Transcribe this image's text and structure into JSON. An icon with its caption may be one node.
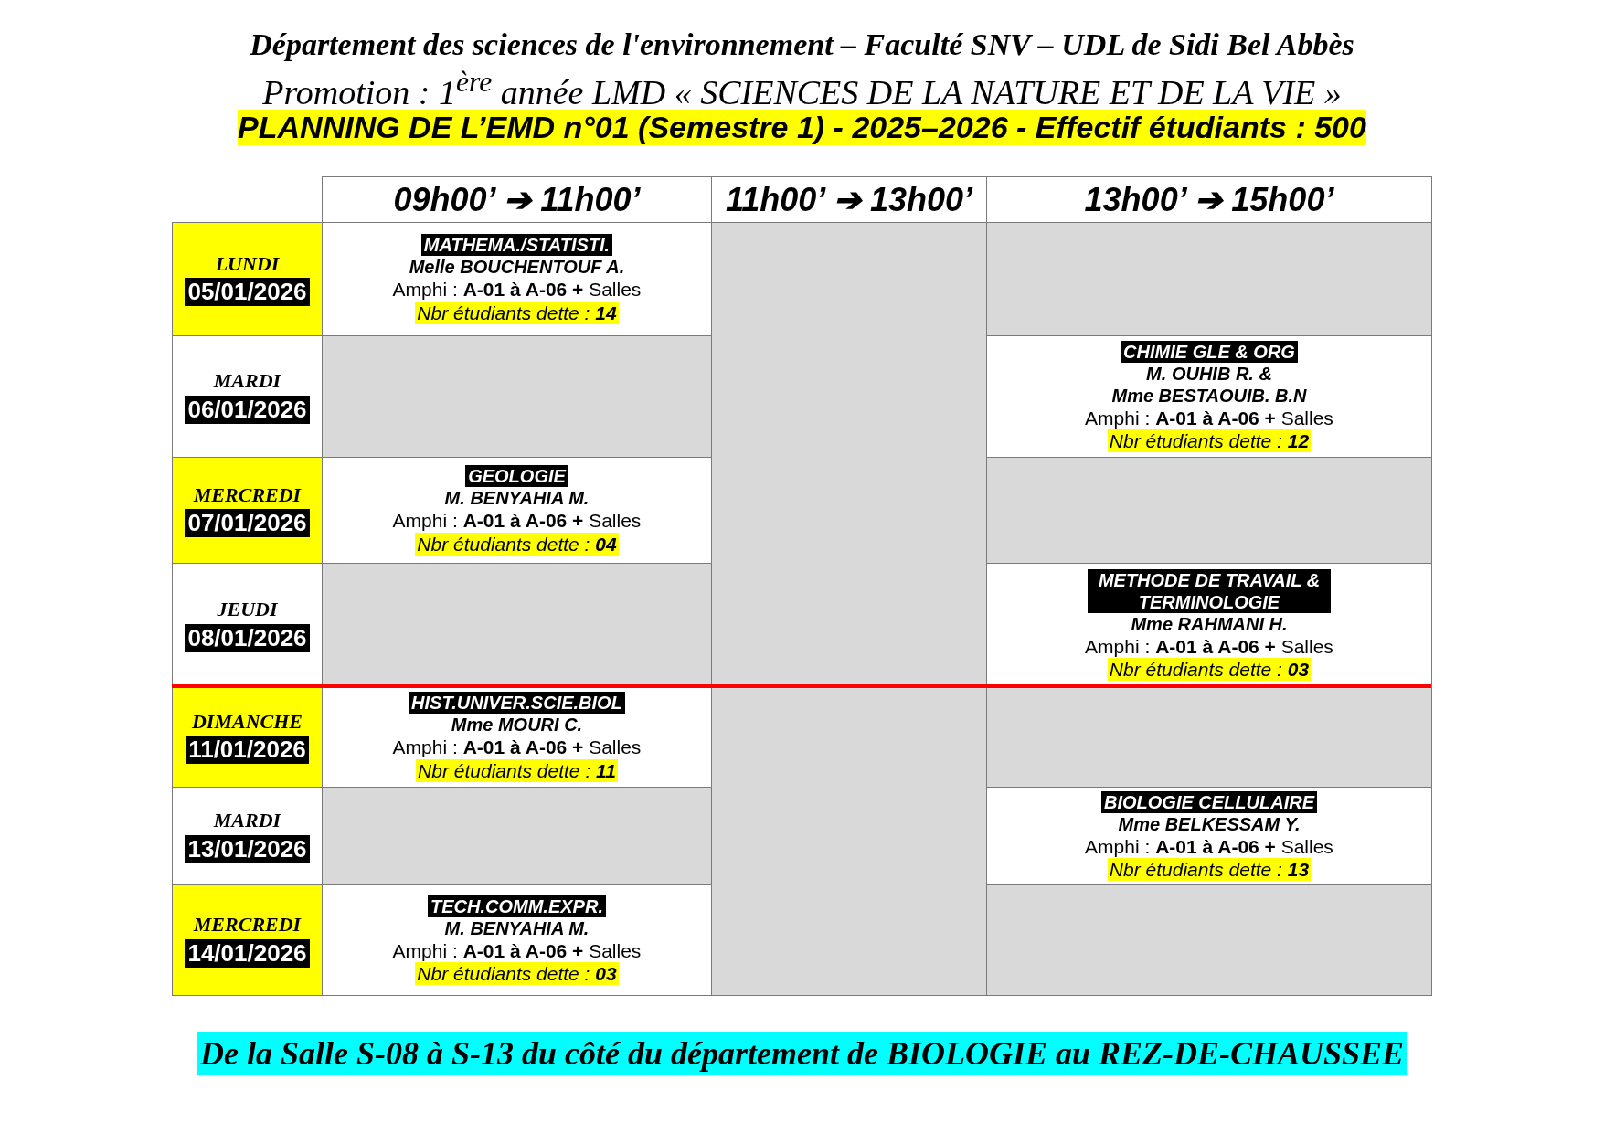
{
  "diagram": {
    "title": "Département des sciences de l'environnement – Faculté SNV – UDL de Sidi Bel Abbès",
    "caption": "De la Salle S-08 à S-13 du côté du département de BIOLOGIE au REZ-DE-CHAUSSEE",
    "labels": [
      "Promotion : 1$^{ère}$ année LMD « SCIENCES DE LA NATURE ET DE LA VIE »",
      "PLANNING DE L’EMD n°01 (Semestre 1) - 2025–2026 - Effectif étudiants : 500",
      "09h00’ ➔ 11h00’",
      "11h00’ ➔ 13h00’",
      "13h00’ ➔ 15h00’",
      "LUNDI",
      "05/01/2026",
      "MATHEMA./STATISTI.",
      "Melle BOUCHENTOUF A.",
      "Amphi : **A-01 à A-06 +** Salles",
      "Nbr étudiants dette : **14**",
      "MARDI",
      "06/01/2026",
      "CHIMIE GLE & ORG",
      "M. OUHIB R. &",
      "Mme BESTAOUIB. B.N",
      "Amphi : **A-01 à A-06 +** Salles",
      "Nbr étudiants dette : **12**",
      "MERCREDI",
      "07/01/2026",
      "GEOLOGIE",
      "M. BENYAHIA M.",
      "Amphi : **A-01 à A-06 +** Salles",
      "Nbr étudiants dette : **04**",
      "JEUDI",
      "08/01/2026",
      "METHODE DE TRAVAIL & TERMINOLOGIE",
      "Mme RAHMANI H.",
      "Amphi : **A-01 à A-06 +** Salles",
      "Nbr étudiants dette : **03**",
      "DIMANCHE",
      "11/01/2026",
      "HIST.UNIVER.SCIE.BIOL",
      "Mme MOURI C.",
      "Amphi : **A-01 à A-06 +** Salles",
      "Nbr étudiants dette : **11**",
      "MARDI",
      "13/01/2026",
      "BIOLOGIE CELLULAIRE",
      "Mme BELKESSAM Y.",
      "Amphi : **A-01 à A-06 +** Salles",
      "Nbr étudiants dette : **13**",
      "MERCREDI",
      "14/01/2026",
      "TECH.COMM.EXPR.",
      "M. BENYAHIA M.",
      "Amphi : **A-01 à A-06 +** Salles",
      "Nbr étudiants dette : **03**"
    ]
  }
}
